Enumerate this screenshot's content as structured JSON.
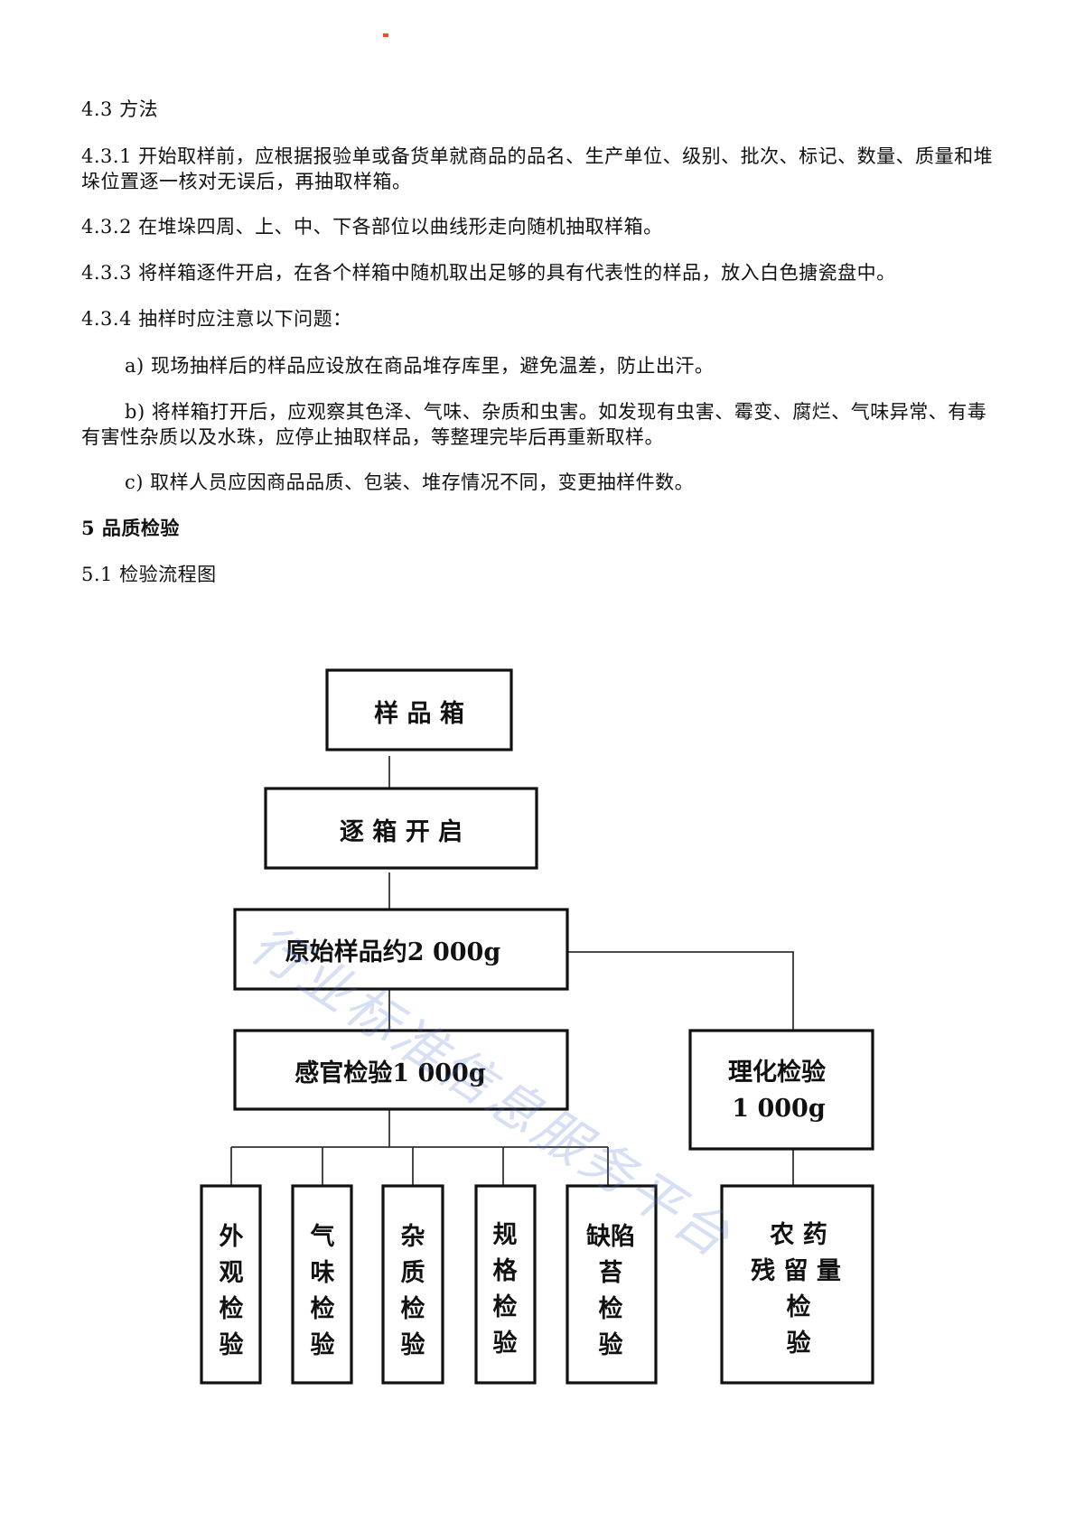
{
  "paragraphs": {
    "s43": "4.3 方法",
    "s431": "4.3.1 开始取样前，应根据报验单或备货单就商品的品名、生产单位、级别、批次、标记、数量、质量和堆垛位置逐一核对无误后，再抽取样箱。",
    "s432": "4.3.2 在堆垛四周、上、中、下各部位以曲线形走向随机抽取样箱。",
    "s433": "4.3.3 将样箱逐件开启，在各个样箱中随机取出足够的具有代表性的样品，放入白色搪瓷盘中。",
    "s434": "4.3.4 抽样时应注意以下问题：",
    "a": "a) 现场抽样后的样品应设放在商品堆存库里，避免温差，防止出汗。",
    "b": "b) 将样箱打开后，应观察其色泽、气味、杂质和虫害。如发现有虫害、霉变、腐烂、气味异常、有毒有害性杂质以及水珠，应停止抽取样品，等整理完毕后再重新取样。",
    "c": "c) 取样人员应因商品品质、包装、堆存情况不同，变更抽样件数。",
    "s5": "5 品质检验",
    "s51": "5.1 检验流程图"
  },
  "flowchart": {
    "sample_box": "样 品 箱",
    "open_box": "逐 箱 开 启",
    "original_sample": "原始样品约2 000g",
    "sensory": "感官检验1 000g",
    "physchem_1": "理化检验",
    "physchem_2": "1 000g",
    "leaf_appearance": [
      "外",
      "观",
      "检",
      "验"
    ],
    "leaf_odor": [
      "气",
      "味",
      "检",
      "验"
    ],
    "leaf_impurity": [
      "杂",
      "质",
      "检",
      "验"
    ],
    "leaf_spec": [
      "规",
      "格",
      "检",
      "验"
    ],
    "leaf_defect": [
      "缺陷",
      "苔",
      "检",
      "验"
    ],
    "leaf_pesticide": [
      "农 药",
      "残 留 量",
      "检",
      "验"
    ]
  },
  "watermark": "行业标准信息服务平台",
  "colors": {
    "accent_dot": "#e8551c",
    "watermark": "#466ec8"
  }
}
